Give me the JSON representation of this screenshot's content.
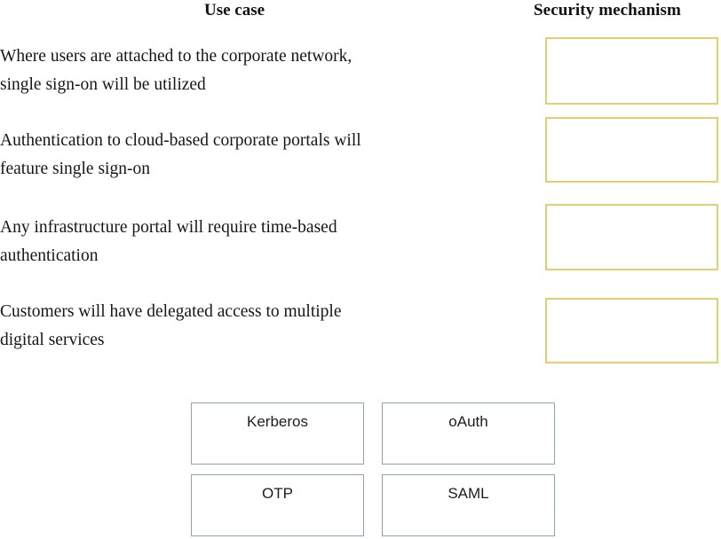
{
  "headers": {
    "use_case": "Use case",
    "security_mechanism": "Security mechanism"
  },
  "use_cases": [
    {
      "line1": "Where users are attached to the corporate network,",
      "line2": "single sign-on will be utilized"
    },
    {
      "line1": "Authentication to cloud-based corporate portals will",
      "line2": "feature single sign-on"
    },
    {
      "line1": "Any infrastructure portal will require time-based",
      "line2": "authentication"
    },
    {
      "line1": "Customers will have delegated access to multiple",
      "line2": "digital services"
    }
  ],
  "drop_targets": [
    {
      "value": ""
    },
    {
      "value": ""
    },
    {
      "value": ""
    },
    {
      "value": ""
    }
  ],
  "options": [
    {
      "label": "Kerberos"
    },
    {
      "label": "oAuth"
    },
    {
      "label": "OTP"
    },
    {
      "label": "SAML"
    }
  ],
  "colors": {
    "drop_target_border": "#e2cf72",
    "option_border": "#8aa4bc",
    "text": "#161616",
    "background": "#ffffff"
  }
}
